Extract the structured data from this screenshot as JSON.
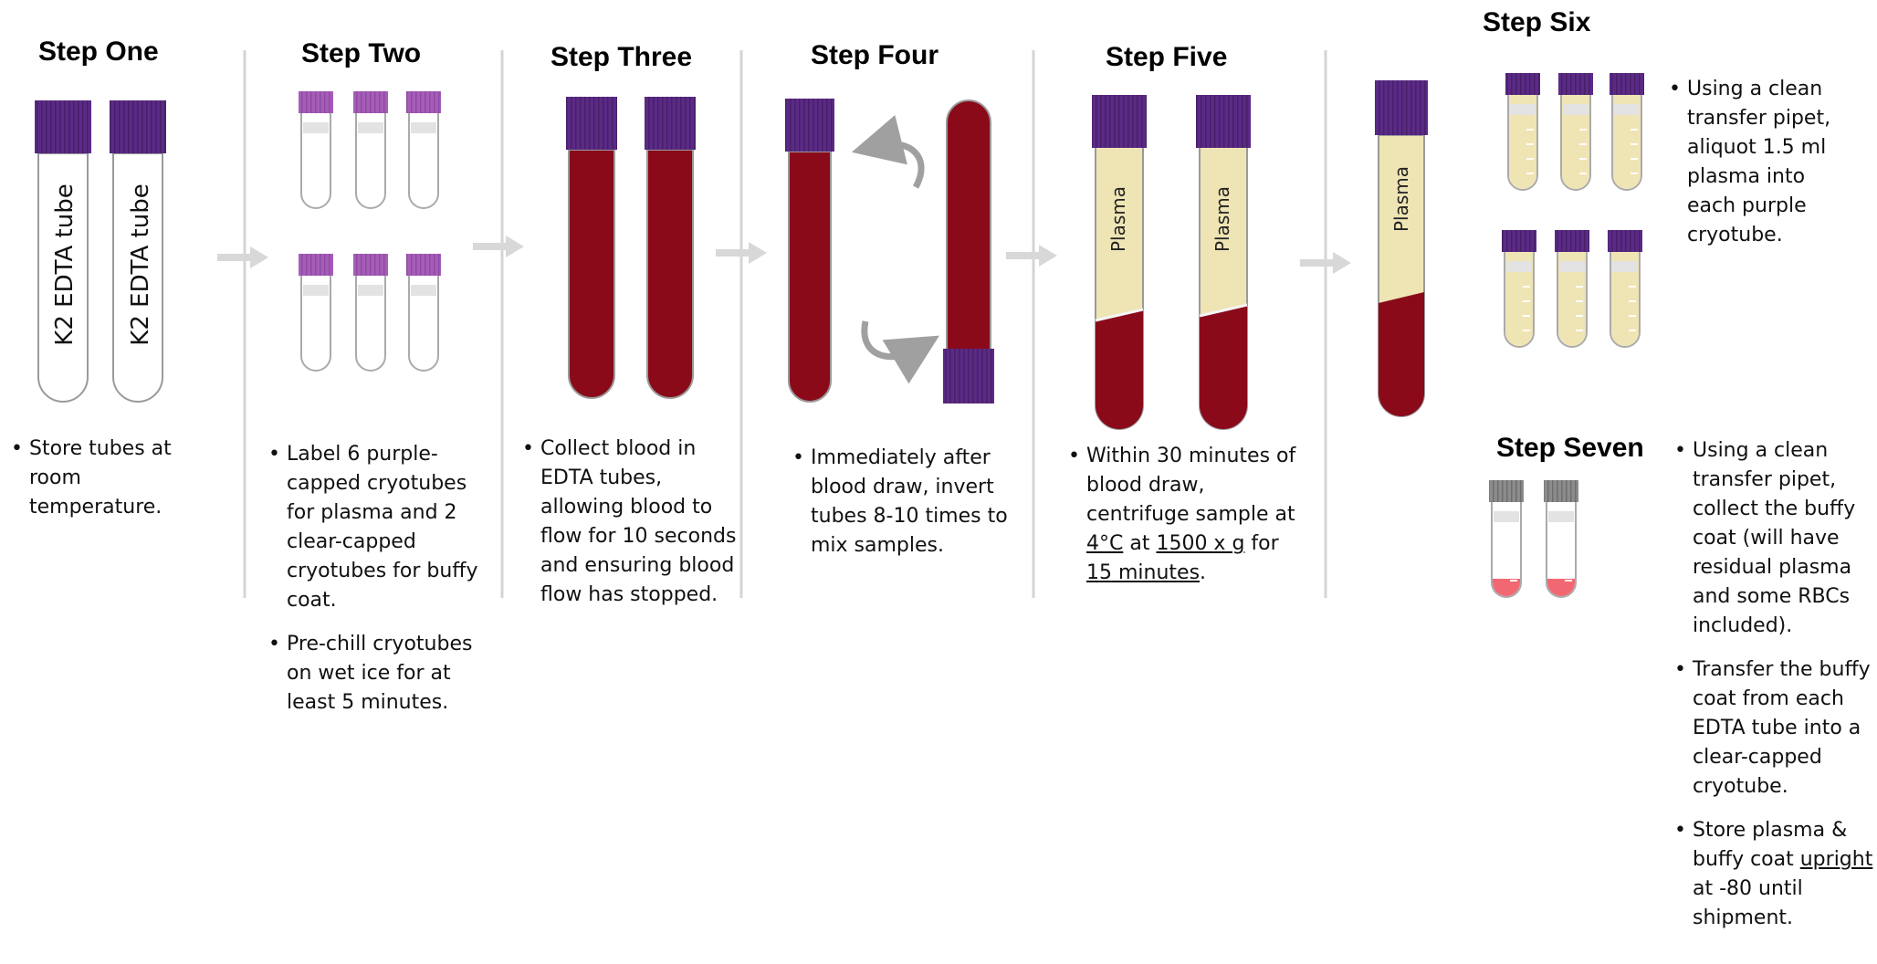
{
  "steps": [
    {
      "heading": "Step One",
      "tube_label": "K2 EDTA tube",
      "bullets": [
        {
          "text": "Store tubes at room temperature."
        }
      ]
    },
    {
      "heading": "Step Two",
      "bullets": [
        {
          "text": "Label 6 purple-capped cryotubes for plasma and 2 clear-capped cryotubes for buffy coat."
        },
        {
          "text": "Pre-chill cryotubes on wet ice for at least 5 minutes."
        }
      ]
    },
    {
      "heading": "Step Three",
      "bullets": [
        {
          "text": "Collect blood in EDTA tubes, allowing blood to flow for 10 seconds and ensuring blood flow has stopped."
        }
      ]
    },
    {
      "heading": "Step Four",
      "bullets": [
        {
          "text": "Immediately after blood draw, invert tubes 8-10 times to mix samples."
        }
      ]
    },
    {
      "heading": "Step Five",
      "tube_label": "Plasma",
      "bullets": [
        {
          "pre": "Within 30 minutes of blood draw, centrifuge sample at ",
          "temp": "4°C",
          "mid": " at ",
          "speed": "1500 x g",
          "mid2": " for ",
          "duration": "15 minutes",
          "post": "."
        }
      ]
    },
    {
      "heading": "Step Six",
      "bullets": [
        {
          "text": "Using a clean transfer pipet, aliquot 1.5 ml plasma into each purple cryotube."
        }
      ]
    },
    {
      "heading": "Step Seven",
      "bullets": [
        {
          "text": "Using a clean transfer pipet, collect the buffy coat (will have residual plasma and some RBCs included)."
        },
        {
          "text": "Transfer the buffy coat from each EDTA tube into a clear-capped cryotube."
        },
        {
          "pre": "Store plasma & buffy coat ",
          "emph": "upright",
          "post": " at -80 until shipment."
        }
      ]
    }
  ],
  "colors": {
    "purple_cap": "#5b2a86",
    "light_purple_cap": "#a55db8",
    "blood": "#8a0a1a",
    "plasma": "#efe4b4",
    "buffy": "#f26872",
    "grey_cap": "#8c8c8c",
    "divider": "#d4d4d4",
    "arrow": "#d8d8d8"
  },
  "icons": [
    "arrow-right-icon",
    "curved-arrow-icon"
  ]
}
